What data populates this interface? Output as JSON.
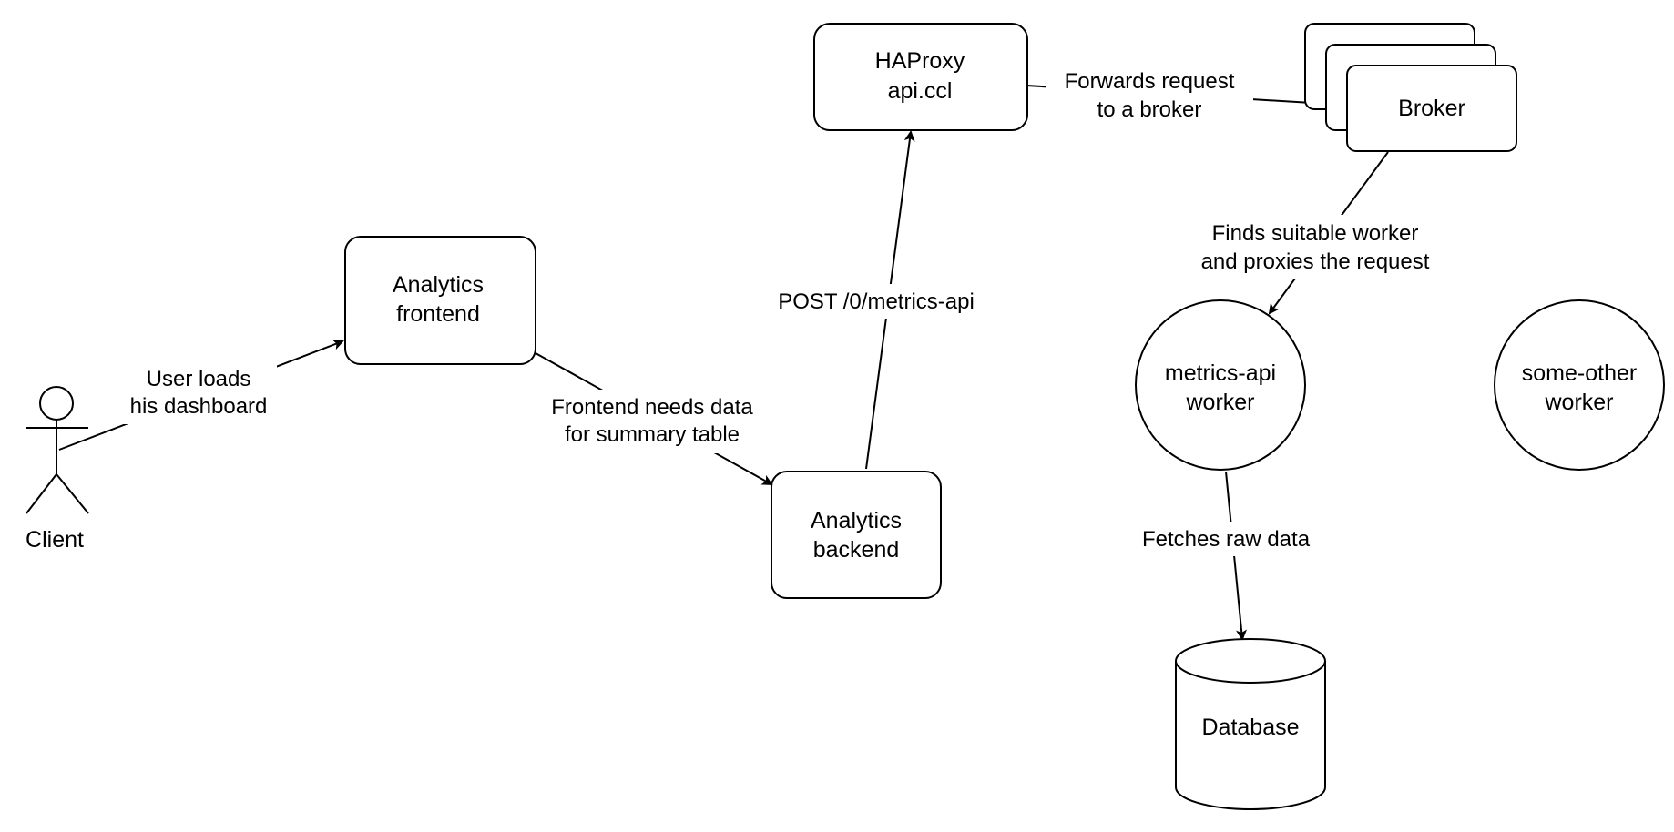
{
  "diagram": {
    "nodes": {
      "client": {
        "label": "Client"
      },
      "analytics_frontend": {
        "line1": "Analytics",
        "line2": "frontend"
      },
      "analytics_backend": {
        "line1": "Analytics",
        "line2": "backend"
      },
      "haproxy": {
        "line1": "HAProxy",
        "line2": "api.ccl"
      },
      "broker": {
        "label": "Broker"
      },
      "metrics_api_worker": {
        "line1": "metrics-api",
        "line2": "worker"
      },
      "some_other_worker": {
        "line1": "some-other",
        "line2": "worker"
      },
      "database": {
        "label": "Database"
      }
    },
    "edges": {
      "client_to_frontend": {
        "line1": "User loads",
        "line2": "his dashboard"
      },
      "frontend_to_backend": {
        "line1": "Frontend needs data",
        "line2": "for summary table"
      },
      "backend_to_haproxy": {
        "label": "POST /0/metrics-api"
      },
      "haproxy_to_broker": {
        "line1": "Forwards request",
        "line2": "to a broker"
      },
      "broker_to_worker": {
        "line1": "Finds suitable worker",
        "line2": "and proxies the request"
      },
      "worker_to_database": {
        "label": "Fetches raw data"
      }
    }
  }
}
